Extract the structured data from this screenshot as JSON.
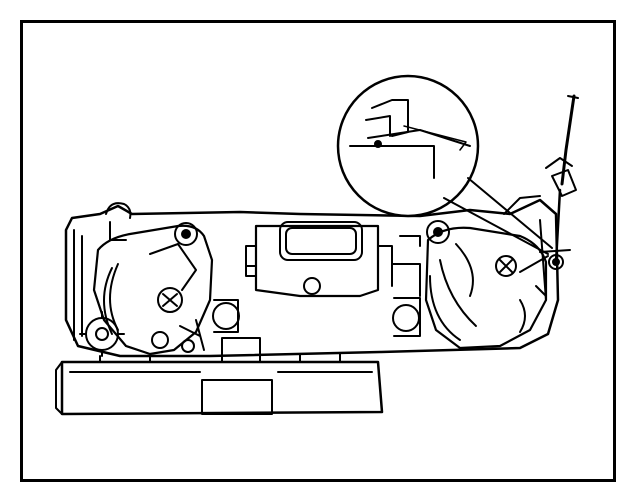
{
  "diagram": {
    "style": "black-and-white technical line drawing",
    "colors": {
      "ink": "#000000",
      "paper": "#ffffff"
    },
    "components": [
      "control-assembly-housing",
      "left-cam-lever",
      "right-cam-lever",
      "center-vacuum-module",
      "front-faceplate",
      "control-cable",
      "detail-magnifier-inset"
    ]
  }
}
